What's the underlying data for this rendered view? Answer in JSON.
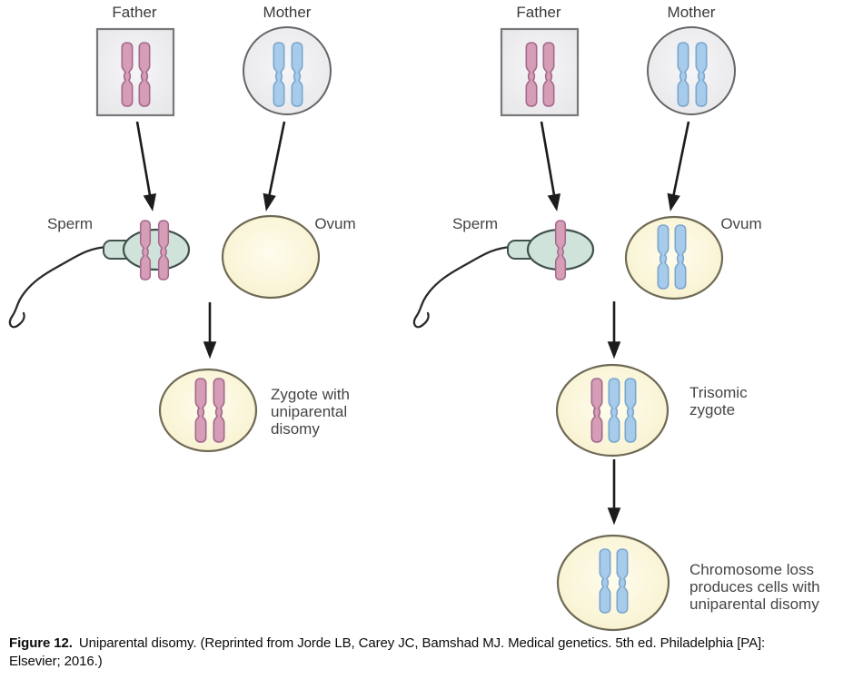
{
  "diagram": {
    "left": {
      "father": "Father",
      "mother": "Mother",
      "sperm": "Sperm",
      "ovum": "Ovum",
      "zygote_lines": [
        "Zygote with",
        "uniparental",
        "disomy"
      ]
    },
    "right": {
      "father": "Father",
      "mother": "Mother",
      "sperm": "Sperm",
      "ovum": "Ovum",
      "trisomic_lines": [
        "Trisomic",
        "zygote"
      ],
      "loss_lines": [
        "Chromosome loss",
        "produces cells with",
        "uniparental disomy"
      ]
    },
    "colors": {
      "paternal_chromosome": "#d59db6",
      "paternal_chromosome_border": "#a4688c",
      "maternal_chromosome": "#a7cbea",
      "maternal_chromosome_border": "#7ba6cc",
      "sperm_head": "#cfe3da",
      "egg_fill": "#faf5d8",
      "parent_cell_fill": "#ececee",
      "arrow": "#1c1c1c"
    }
  },
  "caption": {
    "label": "Figure 12.",
    "line1": "Uniparental disomy. (Reprinted from Jorde LB, Carey JC, Bamshad MJ. Medical genetics. 5th ed. Philadelphia [PA]:",
    "line2": "Elsevier; 2016.)"
  }
}
